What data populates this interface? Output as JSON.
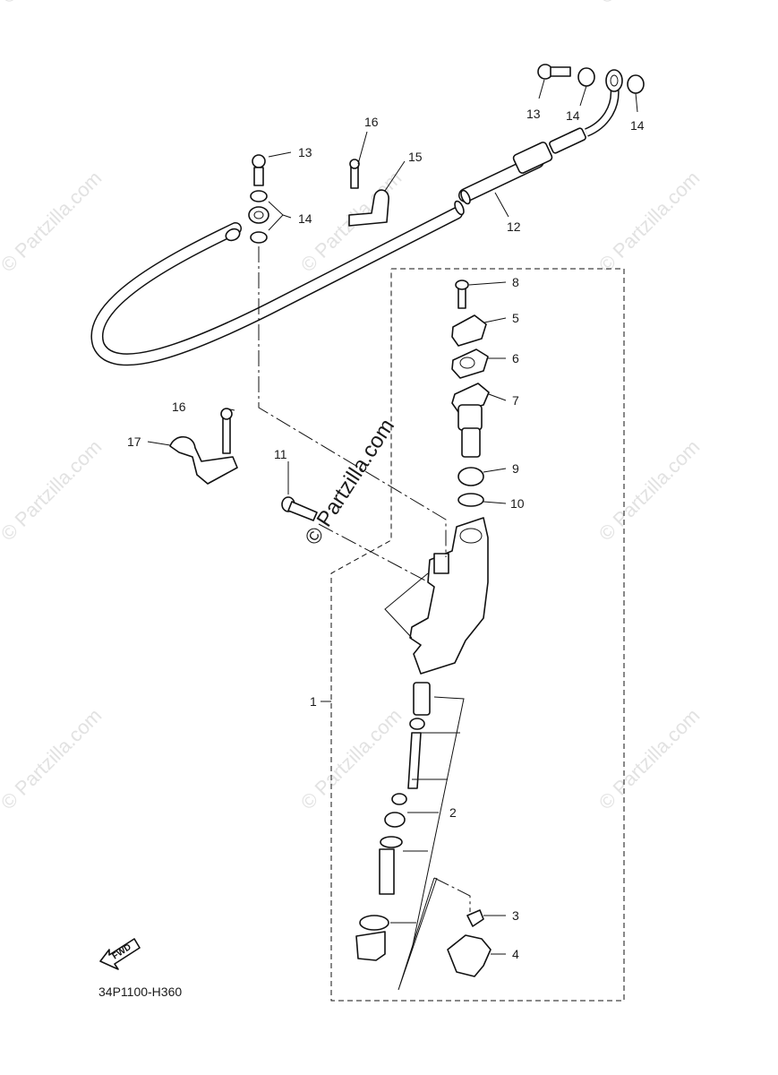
{
  "diagram": {
    "part_callouts": [
      "1",
      "2",
      "3",
      "4",
      "5",
      "6",
      "7",
      "8",
      "9",
      "10",
      "11",
      "12",
      "13",
      "14",
      "15",
      "16",
      "17"
    ],
    "repeated_callouts": {
      "13": "13",
      "14": "14",
      "16": "16"
    },
    "diagram_code": "34P1100-H360",
    "fwd_label": "FWD",
    "center_watermark": "© Partzilla.com",
    "side_watermark": "© Partzilla.com"
  }
}
